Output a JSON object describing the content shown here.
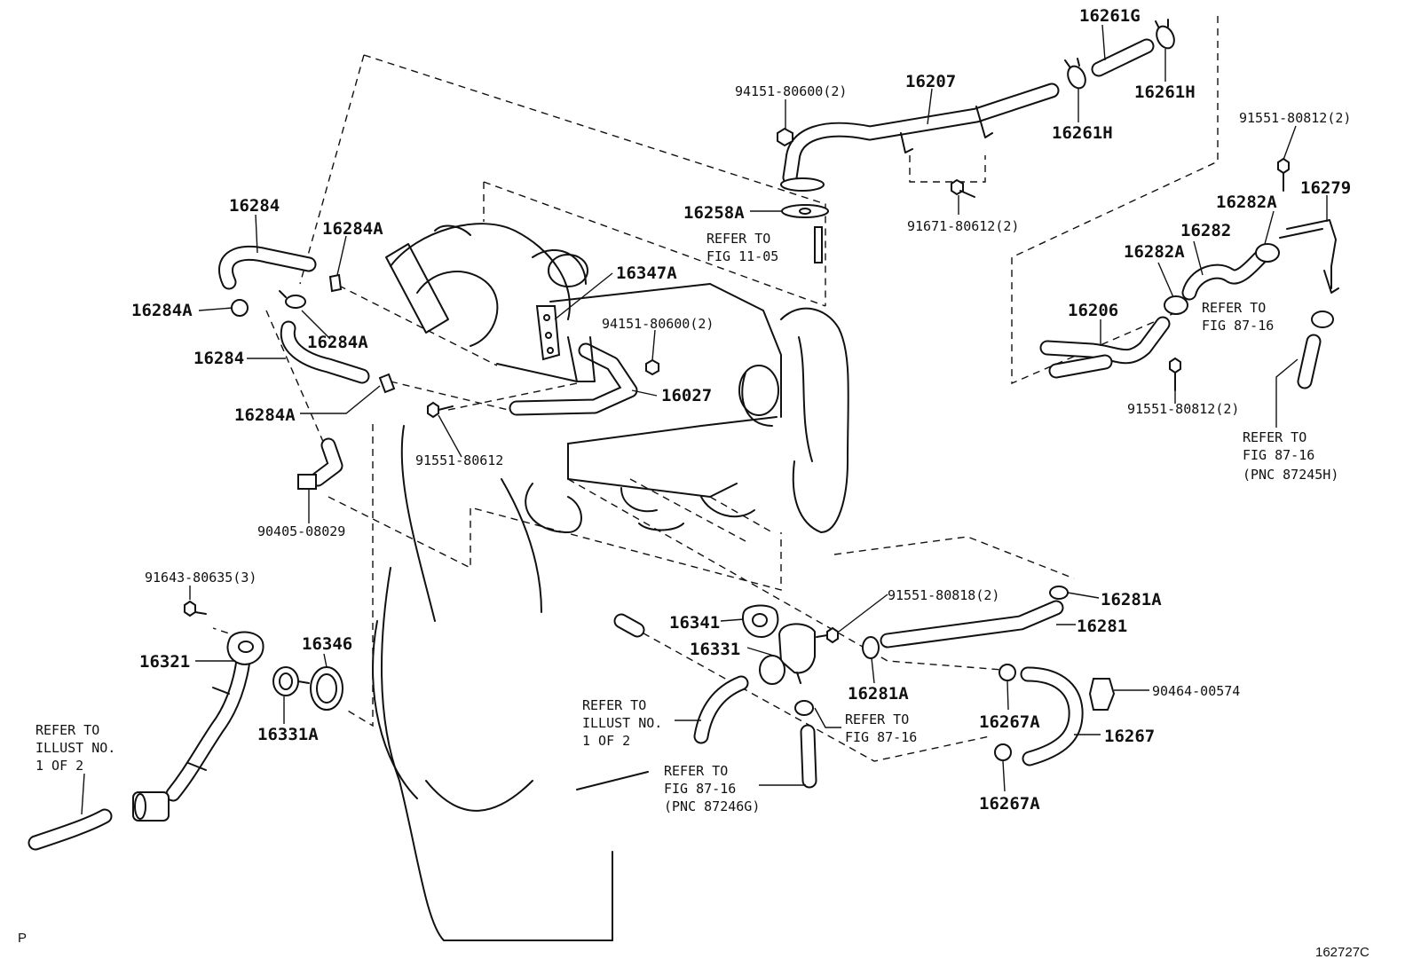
{
  "labels": {
    "p16261G": "16261G",
    "p16207": "16207",
    "p94151_top": "94151-80600(2)",
    "p16261H_a": "16261H",
    "p16261H_b": "16261H",
    "p91551_80812_top": "91551-80812(2)",
    "p16279": "16279",
    "p16282A_top": "16282A",
    "p16282": "16282",
    "p16282A_mid": "16282A",
    "p16206": "16206",
    "p91551_80812_bottom": "91551-80812(2)",
    "p16258A": "16258A",
    "p91671": "91671-80612(2)",
    "p16284_top": "16284",
    "p16284A_1": "16284A",
    "p16284A_2": "16284A",
    "p16284A_3": "16284A",
    "p16284A_4": "16284A",
    "p16284_mid": "16284",
    "p16347A": "16347A",
    "p94151_mid": "94151-80600(2)",
    "p16027": "16027",
    "p91551_80612": "91551-80612",
    "p90405": "90405-08029",
    "p91643": "91643-80635(3)",
    "p16321": "16321",
    "p16346": "16346",
    "p16331A": "16331A",
    "p16341": "16341",
    "p16331": "16331",
    "p91551_80818": "91551-80818(2)",
    "p16281A_top": "16281A",
    "p16281": "16281",
    "p16281A_bottom": "16281A",
    "p90464": "90464-00574",
    "p16267A_top": "16267A",
    "p16267": "16267",
    "p16267A_bottom": "16267A"
  },
  "refs": {
    "fig1105": [
      "REFER TO",
      "FIG 11-05"
    ],
    "fig8716_a": [
      "REFER TO",
      "FIG 87-16"
    ],
    "fig8716_b": [
      "REFER TO",
      "FIG 87-16",
      "(PNC 87245H)"
    ],
    "illust_left": [
      "REFER TO",
      "ILLUST NO.",
      "1 OF 2"
    ],
    "illust_mid": [
      "REFER TO",
      "ILLUST NO.",
      "1 OF 2"
    ],
    "fig8716_c": [
      "REFER TO",
      "FIG 87-16"
    ],
    "fig8716_d": [
      "REFER TO",
      "FIG 87-16",
      "(PNC 87246G)"
    ]
  },
  "corner": {
    "left": "P",
    "right": "162727C"
  }
}
